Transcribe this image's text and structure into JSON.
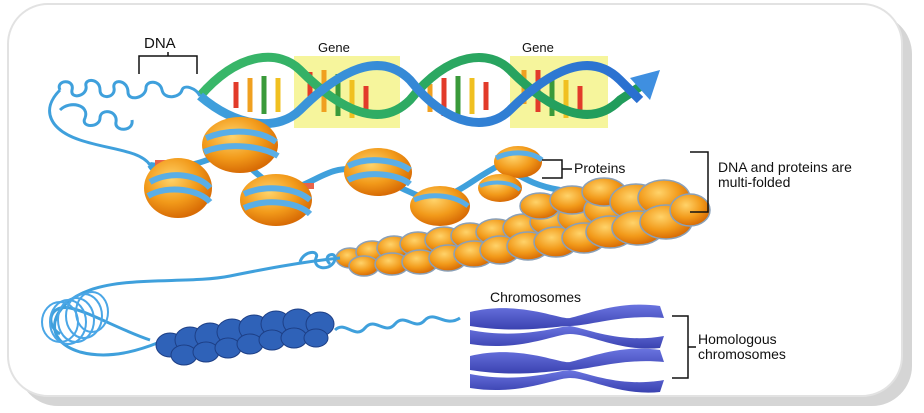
{
  "labels": {
    "dna": "DNA",
    "gene_1": "Gene",
    "gene_2": "Gene",
    "proteins": "Proteins",
    "multi_folded": "DNA and proteins are multi-folded",
    "chromosomes": "Chromosomes",
    "homologous": "Homologous chromosomes"
  },
  "colors": {
    "dna_strand": "#3fa0dc",
    "dna_strand_dark": "#2a7fc0",
    "gene_highlight": "#f5f59a",
    "histone_orange": "#f29a1a",
    "chromosome_blue": "#4a55c8",
    "frame_shadow": "#c9c9c9"
  }
}
